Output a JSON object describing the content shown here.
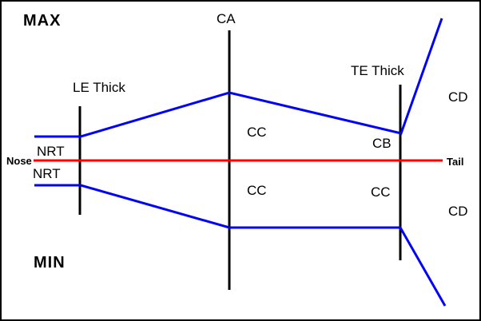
{
  "diagram": {
    "description": "Airfoil section parameter diagram"
  },
  "labels": {
    "max": "MAX",
    "min": "MIN",
    "ca": "CA",
    "le_thick": "LE Thick",
    "te_thick": "TE Thick",
    "cd_upper": "CD",
    "cd_lower": "CD",
    "cc_upper": "CC",
    "cc_lower_center": "CC",
    "cc_lower_right": "CC",
    "cb": "CB",
    "nrt_upper": "NRT",
    "nrt_lower": "NRT",
    "nose": "Nose",
    "tail": "Tail"
  },
  "colors": {
    "outline_blue": "#0000ff",
    "chord_red": "#ff0000",
    "axis_black": "#000000",
    "background": "#ffffff",
    "border": "#000000"
  }
}
